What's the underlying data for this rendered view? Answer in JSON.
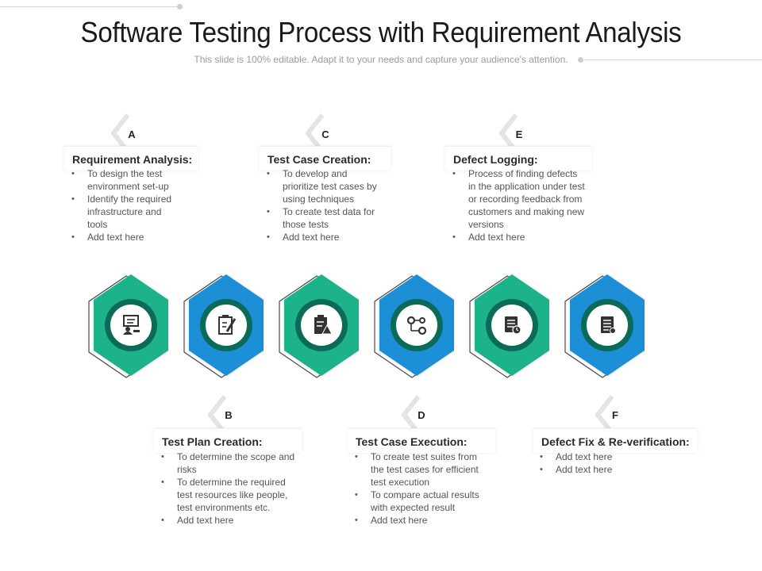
{
  "header": {
    "title": "Software Testing Process with Requirement Analysis",
    "subtitle": "This slide is 100% editable. Adapt it to your needs and capture your audience's attention."
  },
  "colors": {
    "green": "#1db38a",
    "blue": "#1d8fd6",
    "ring": "#0b6b58",
    "icon": "#333333"
  },
  "steps": [
    {
      "letter": "A",
      "title": "Requirement Analysis:",
      "bullets": [
        "To design the test environment set-up",
        "Identify the required infrastructure and tools",
        "Add text here"
      ]
    },
    {
      "letter": "B",
      "title": "Test Plan Creation:",
      "bullets": [
        "To determine the scope and risks",
        "To determine the required test resources like people, test environments etc.",
        "Add text here"
      ]
    },
    {
      "letter": "C",
      "title": "Test Case Creation:",
      "bullets": [
        "To develop and prioritize test cases by using techniques",
        "To create test data for those tests",
        "Add text here"
      ]
    },
    {
      "letter": "D",
      "title": "Test Case Execution:",
      "bullets": [
        "To create test suites from the test cases for efficient test execution",
        "To compare actual results with expected result",
        "Add text here"
      ]
    },
    {
      "letter": "E",
      "title": "Defect Logging:",
      "bullets": [
        "Process of finding defects in the application under test or recording feedback from customers and making new versions",
        "Add text here"
      ]
    },
    {
      "letter": "F",
      "title": "Defect Fix & Re-verification:",
      "bullets": [
        "Add text here",
        "Add text here"
      ]
    }
  ],
  "hexagons": [
    {
      "color": "green",
      "icon": "developer-workstation-icon"
    },
    {
      "color": "blue",
      "icon": "clipboard-pen-icon"
    },
    {
      "color": "green",
      "icon": "clipboard-warning-icon"
    },
    {
      "color": "blue",
      "icon": "gears-flow-icon"
    },
    {
      "color": "green",
      "icon": "checklist-clock-icon"
    },
    {
      "color": "blue",
      "icon": "checklist-icon"
    }
  ]
}
